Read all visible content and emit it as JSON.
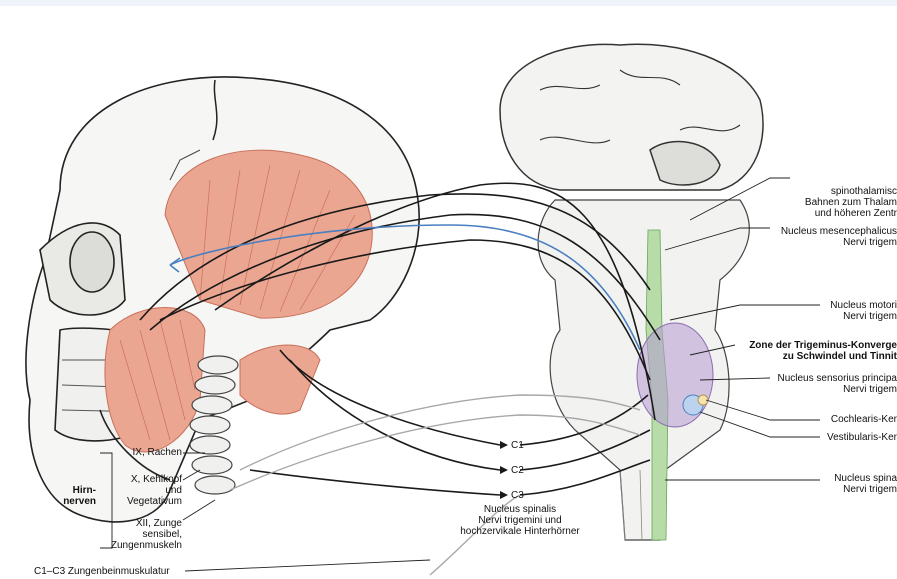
{
  "labels": {
    "spinothalamic": [
      "spinothalamisc",
      "Bahnen zum Thalam",
      "und höheren Zentr"
    ],
    "mesencephalicus": [
      "Nucleus mesencephalicus",
      "Nervi trigem"
    ],
    "motorius": [
      "Nucleus motori",
      "Nervi trigem"
    ],
    "zone": [
      "Zone der Trigeminus-Konverge",
      "zu Schwindel und Tinnit"
    ],
    "sensorius": [
      "Nucleus sensorius principa",
      "Nervi trigem"
    ],
    "cochlearis": "Cochlearis-Ker",
    "vestibularis": "Vestibularis-Ker",
    "spinalis_right": [
      "Nucleus spina",
      "Nervi trigem"
    ],
    "ix": "IX, Rachen",
    "x": [
      "X, Kehlkopf",
      "und",
      "Vegetativum"
    ],
    "hirnnerven": [
      "Hirn-",
      "nerven"
    ],
    "xii": [
      "XII, Zunge",
      "sensibel,",
      "Zungenmuskeln"
    ],
    "c1c3": "C1–C3 Zungenbeinmuskulatur",
    "c1": "C1",
    "c2": "C2",
    "c3": "C3",
    "spinalis_bottom": [
      "Nucleus spinalis",
      "Nervi trigemini und",
      "hochzervikale Hinterhörner"
    ]
  },
  "colors": {
    "nerve": "#1a1a1a",
    "blue_path": "#4a7fc1",
    "muscle": "#e89a86",
    "nucleus_green": "#b7dca8",
    "convergence_zone": "#b79bd1",
    "bone": "#f4f4f2"
  }
}
